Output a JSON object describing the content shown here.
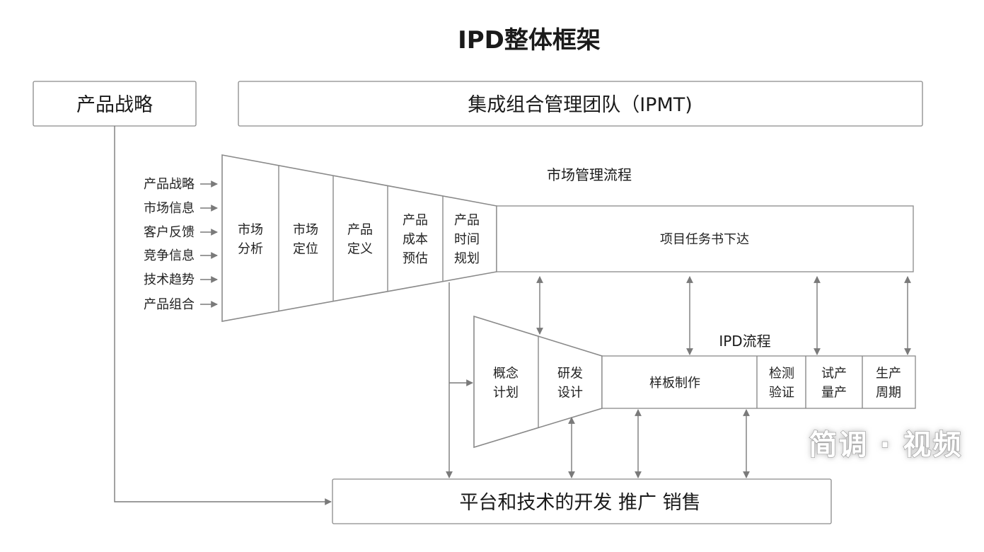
{
  "title": "IPD整体框架",
  "top_boxes": {
    "strategy": "产品战略",
    "ipmt": "集成组合管理团队（IPMT)"
  },
  "inputs": [
    "产品战略",
    "市场信息",
    "客户反馈",
    "竞争信息",
    "技术趋势",
    "产品组合"
  ],
  "market_process": {
    "label": "市场管理流程",
    "stages": [
      [
        "市场",
        "分析"
      ],
      [
        "市场",
        "定位"
      ],
      [
        "产品",
        "定义"
      ],
      [
        "产品",
        "成本",
        "预估"
      ],
      [
        "产品",
        "时间",
        "规划"
      ]
    ],
    "task_box": "项目任务书下达"
  },
  "ipd_process": {
    "label": "IPD流程",
    "funnel_stages": [
      [
        "概念",
        "计划"
      ],
      [
        "研发",
        "设计"
      ]
    ],
    "row_stages": [
      [
        "样板制作"
      ],
      [
        "检测",
        "验证"
      ],
      [
        "试产",
        "量产"
      ],
      [
        "生产",
        "周期"
      ]
    ]
  },
  "bottom_box": "平台和技术的开发 推广 销售",
  "watermark": "简调 · 视频",
  "colors": {
    "line": "#8a8a8a",
    "text": "#1a1a1a",
    "background": "#ffffff"
  }
}
